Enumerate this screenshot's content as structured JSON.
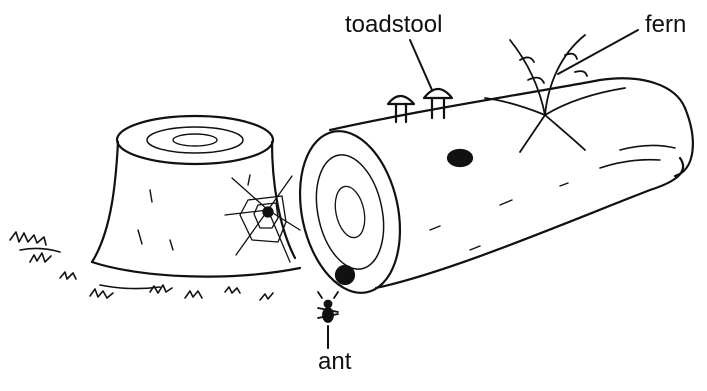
{
  "labels": {
    "toadstool": "toadstool",
    "fern": "fern",
    "ant": "ant"
  },
  "colors": {
    "ink": "#111111",
    "background": "#ffffff"
  }
}
